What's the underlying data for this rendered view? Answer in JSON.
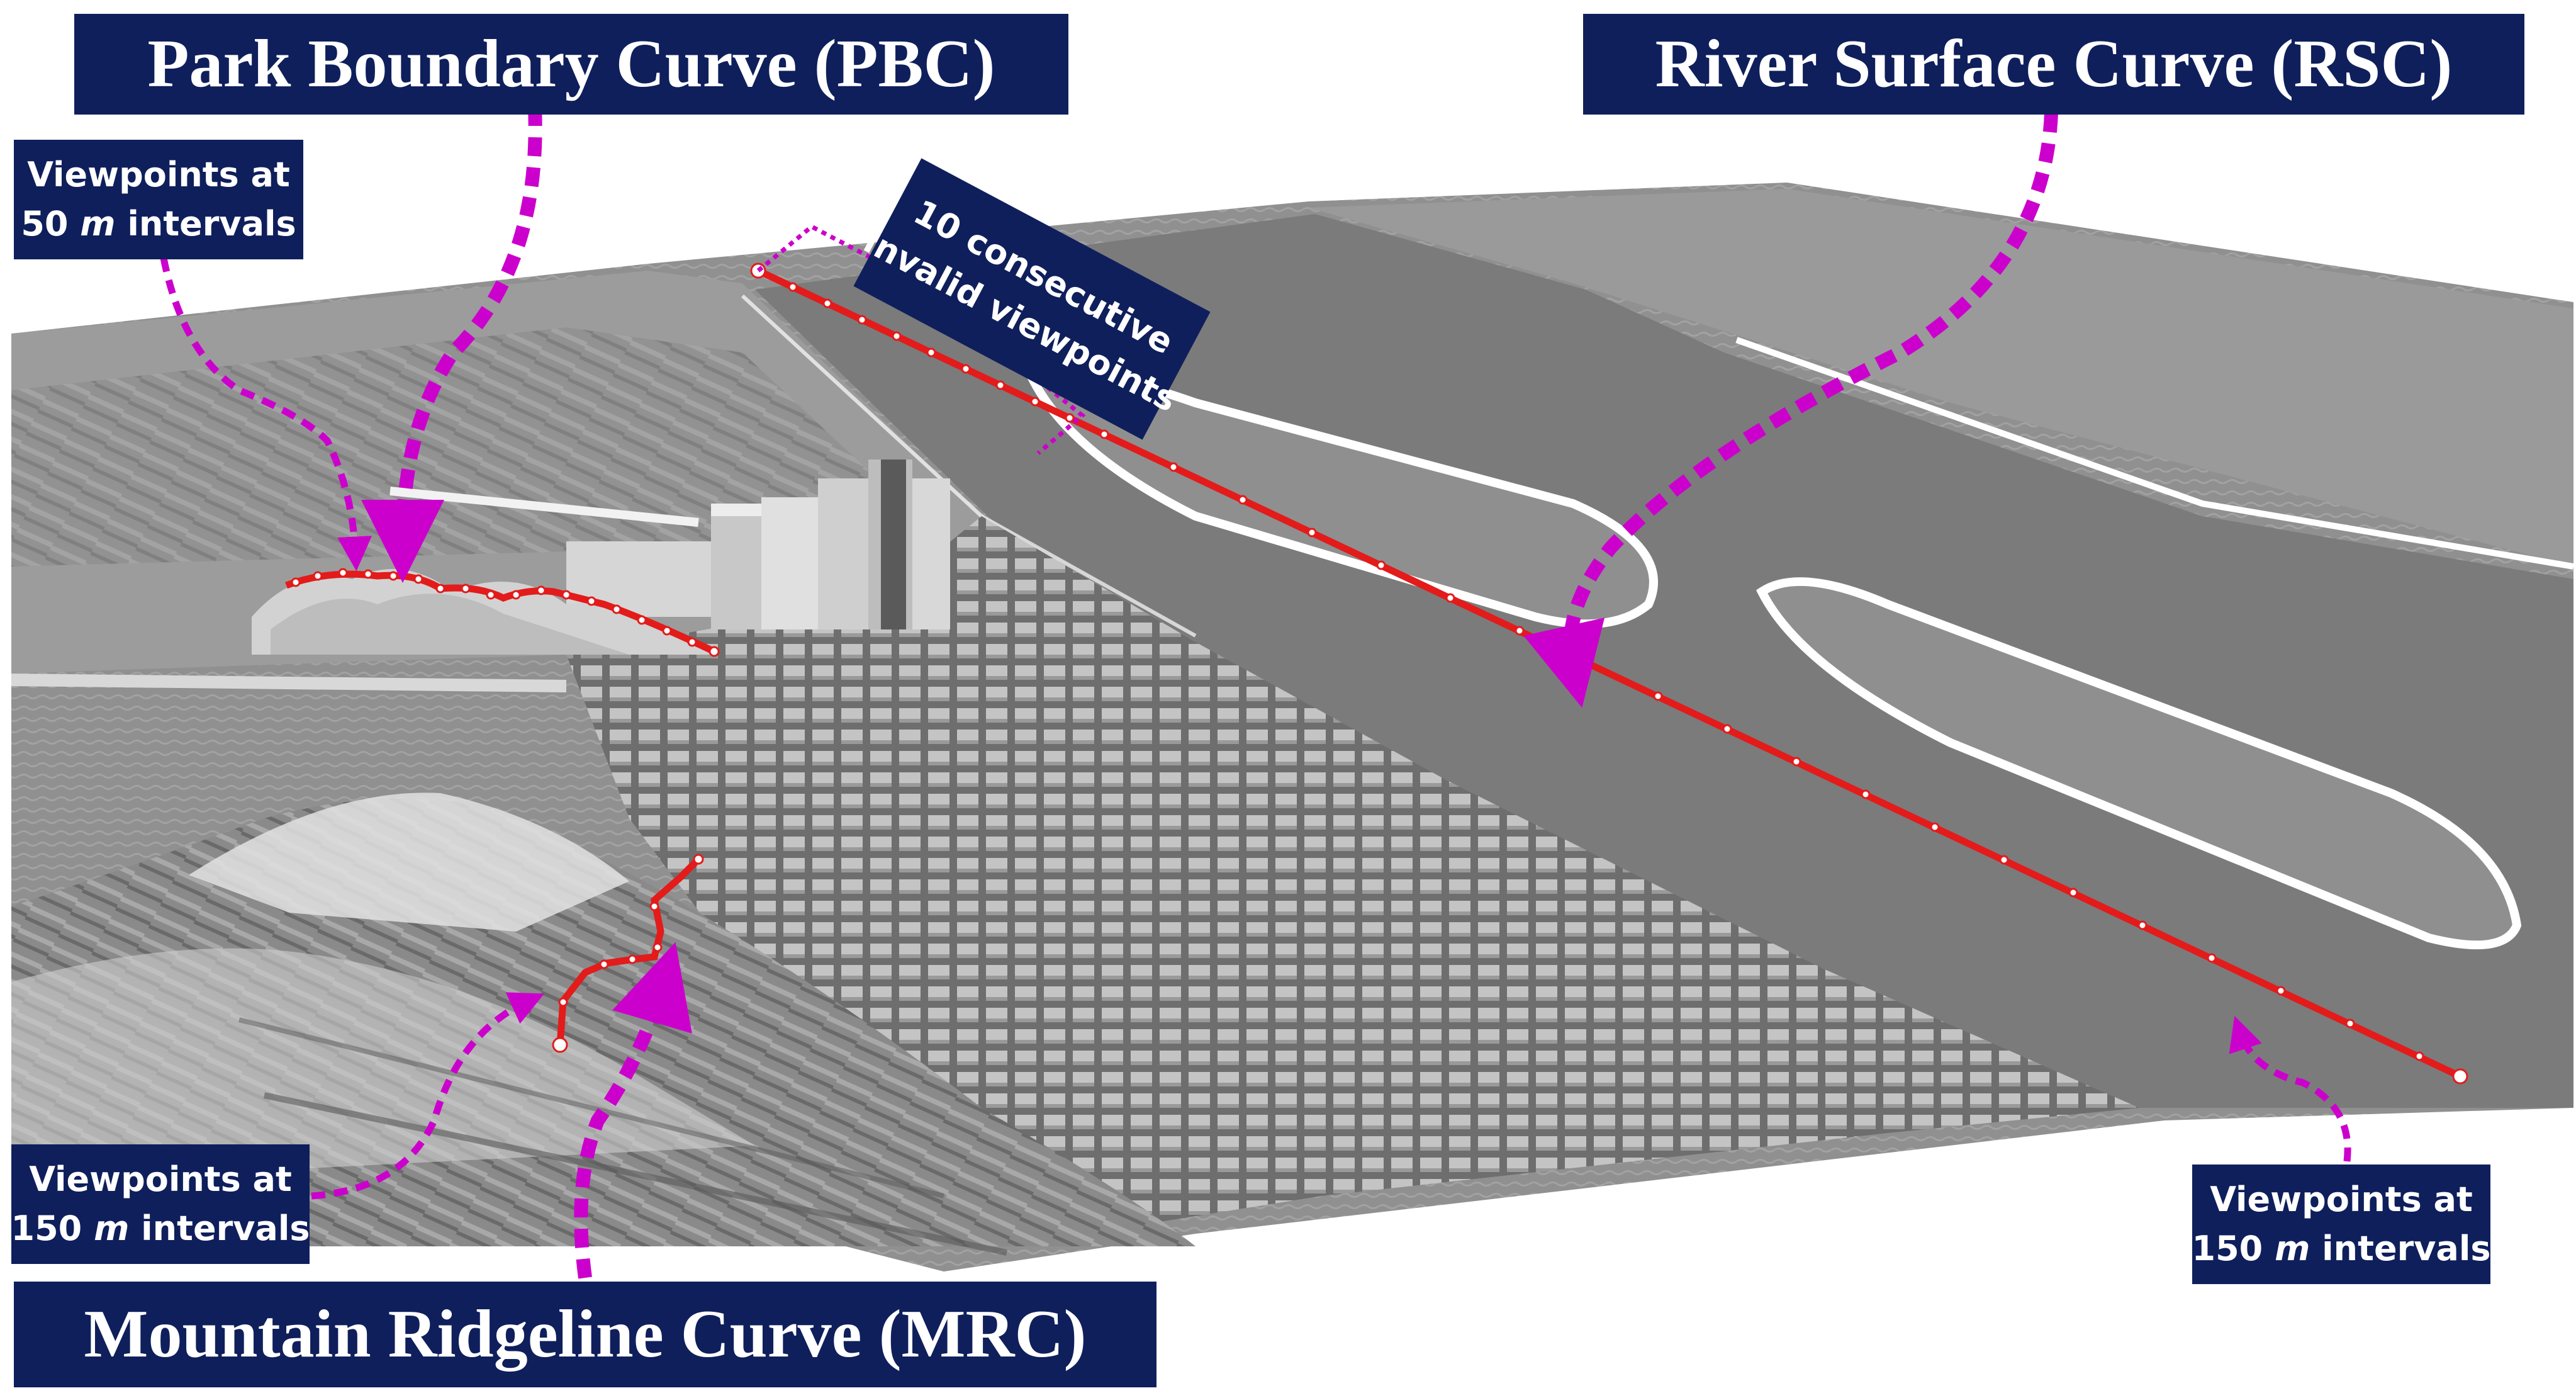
{
  "labels": {
    "pbc_title": "Park Boundary Curve (PBC)",
    "rsc_title": "River Surface Curve (RSC)",
    "mrc_title": "Mountain Ridgeline Curve (MRC)",
    "pbc_note": {
      "line1": "Viewpoints at",
      "value": "50",
      "unit": "m",
      "suffix": "intervals"
    },
    "mrc_note": {
      "line1": "Viewpoints at",
      "value": "150",
      "unit": "m",
      "suffix": "intervals"
    },
    "rsc_note": {
      "line1": "Viewpoints at",
      "value": "150",
      "unit": "m",
      "suffix": "intervals"
    },
    "invalid_note": {
      "line1": "10 consecutive",
      "line2": "invalid viewpoints"
    }
  },
  "colors": {
    "label_box": "#0f1f5c",
    "label_text": "#ffffff",
    "arrow": "#cc00cc",
    "curve": "#e31b1b",
    "viewpoint_marker": "#ffffff",
    "ground": "#8e8e8e",
    "river": "#7b7b7b"
  }
}
